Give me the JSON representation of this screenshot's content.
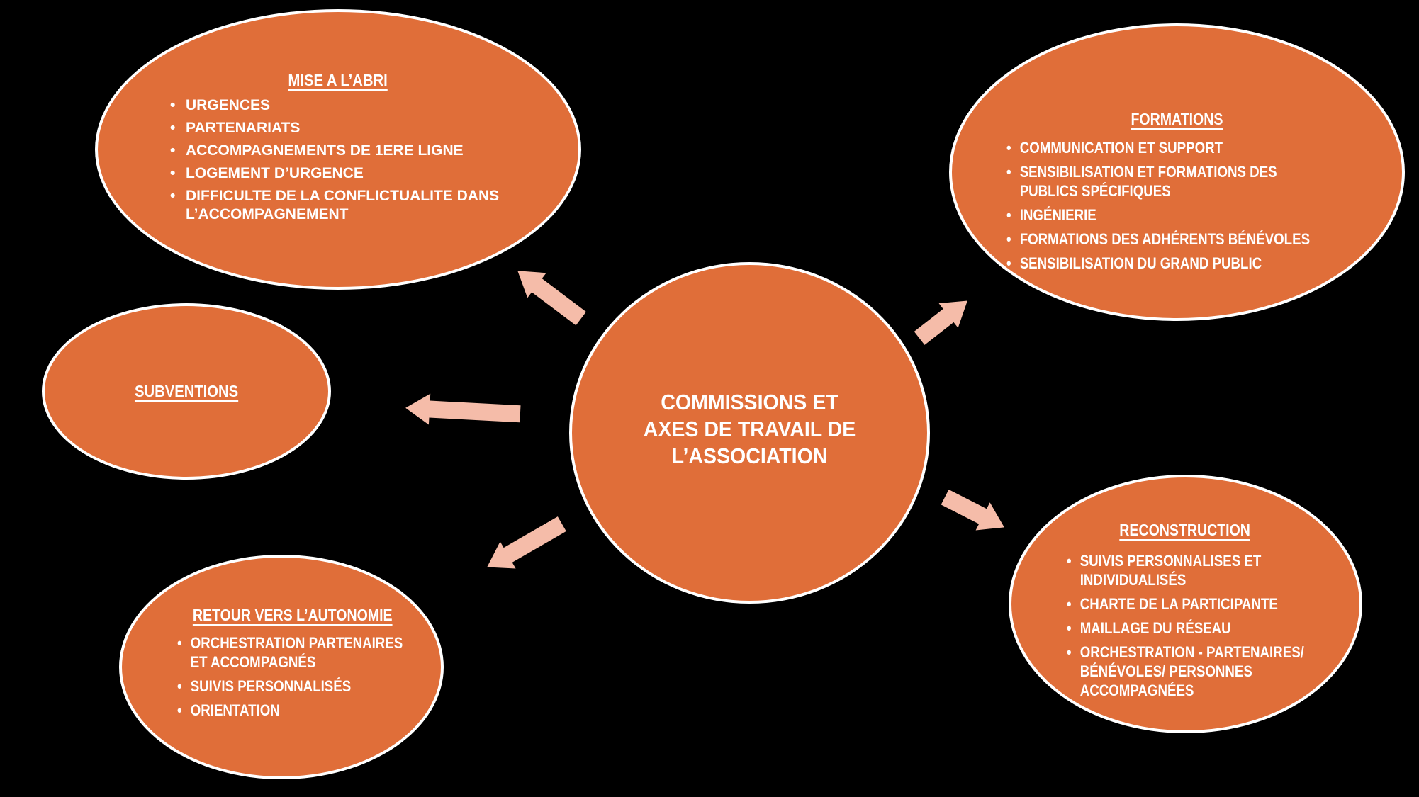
{
  "colors": {
    "background": "#000000",
    "ellipse_fill": "#e06e39",
    "ellipse_border": "#ffffff",
    "arrow_fill": "#f5bca9",
    "text": "#ffffff"
  },
  "center_node": {
    "lines": [
      "COMMISSIONS ET",
      "AXES DE TRAVAIL DE",
      "L’ASSOCIATION"
    ]
  },
  "nodes": {
    "mise_abri": {
      "title": "MISE A L’ABRI",
      "items": [
        [
          "URGENCES"
        ],
        [
          "PARTENARIATS"
        ],
        [
          "ACCOMPAGNEMENTS DE 1ERE LIGNE"
        ],
        [
          "LOGEMENT D’URGENCE"
        ],
        [
          "DIFFICULTE DE LA CONFLICTUALITE DANS",
          "L’ACCOMPAGNEMENT"
        ]
      ]
    },
    "formations": {
      "title": "FORMATIONS",
      "items": [
        [
          "COMMUNICATION ET SUPPORT"
        ],
        [
          "SENSIBILISATION ET FORMATIONS DES",
          "PUBLICS SPÉCIFIQUES"
        ],
        [
          "INGÉNIERIE"
        ],
        [
          "FORMATIONS DES ADHÉRENTS BÉNÉVOLES"
        ],
        [
          "SENSIBILISATION DU GRAND PUBLIC"
        ]
      ]
    },
    "subventions": {
      "title": "SUBVENTIONS",
      "items": []
    },
    "retour_autonomie": {
      "title": "RETOUR VERS L’AUTONOMIE",
      "items": [
        [
          "ORCHESTRATION PARTENAIRES",
          "ET ACCOMPAGNÉS"
        ],
        [
          "SUIVIS PERSONNALISÉS"
        ],
        [
          "ORIENTATION"
        ]
      ]
    },
    "reconstruction": {
      "title": "RECONSTRUCTION",
      "items": [
        [
          "SUIVIS PERSONNALISES ET",
          "INDIVIDUALISÉS"
        ],
        [
          "CHARTE DE LA PARTICIPANTE"
        ],
        [
          "MAILLAGE DU RÉSEAU"
        ],
        [
          "ORCHESTRATION  - PARTENAIRES/",
          "BÉNÉVOLES/ PERSONNES",
          "ACCOMPAGNÉES"
        ]
      ]
    }
  }
}
